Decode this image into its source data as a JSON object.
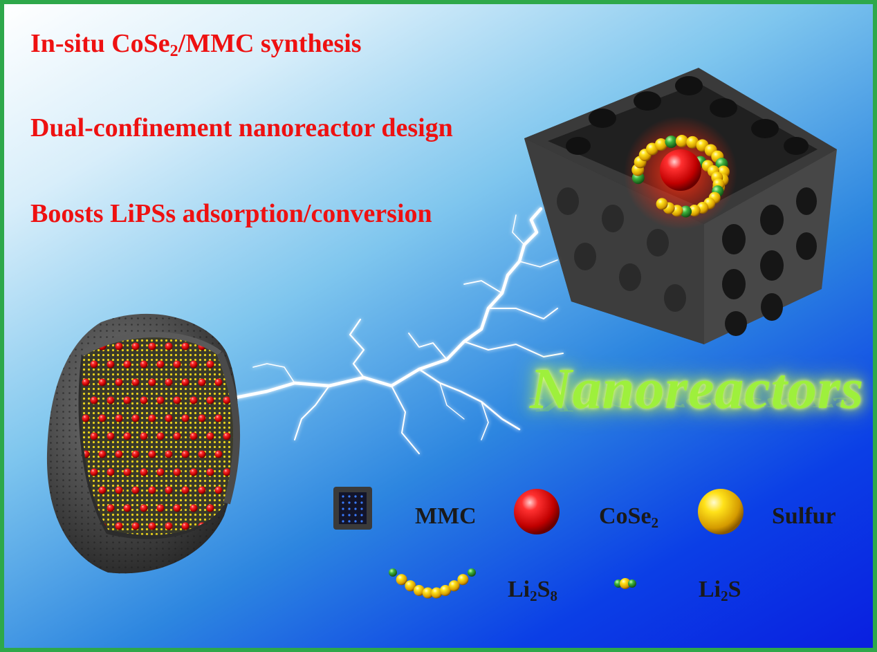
{
  "headlines": {
    "synthesis": {
      "pre": "In-situ CoSe",
      "sub": "2",
      "post": "/MMC synthesis"
    },
    "design": "Dual-confinement nanoreactor design",
    "boost": "Boosts LiPSs adsorption/conversion"
  },
  "title": "Nanoreactors",
  "legend": {
    "mmc": {
      "label": "MMC",
      "icon": "mmc-box-icon"
    },
    "cose2": {
      "pre": "CoSe",
      "sub": "2",
      "icon": "red-sphere-icon"
    },
    "sulfur": {
      "label": "Sulfur",
      "icon": "yellow-sphere-icon"
    },
    "li2s8": {
      "pre": "Li",
      "sub1": "2",
      "mid": "S",
      "sub2": "8",
      "icon": "bead-chain-icon"
    },
    "li2s": {
      "pre": "Li",
      "sub": "2",
      "post": "S",
      "icon": "small-bead-icon"
    }
  },
  "colors": {
    "headline": "#ee1111",
    "title_glow": "#9ef03c",
    "frame": "#2ea84a",
    "cose2": "#e01010",
    "sulfur": "#f2c400",
    "lithium": "#2c9c2c",
    "carbon": "#3a3a3a"
  }
}
